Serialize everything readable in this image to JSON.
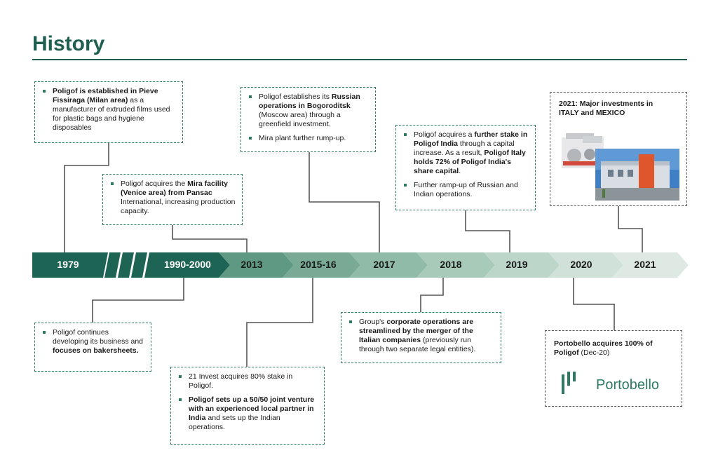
{
  "page": {
    "title": "History"
  },
  "timeline": {
    "years": [
      "1979",
      "1990-2000",
      "2013",
      "2015-16",
      "2017",
      "2018",
      "2019",
      "2020",
      "2021"
    ]
  },
  "events": {
    "e1979": {
      "b1_bold": "Poligof is established in Pieve Fissiraga (Milan area)",
      "b1_rest": " as a manufacturer of extruded films used for plastic bags and hygiene disposables"
    },
    "e1990": {
      "b1_pre": "Poligof acquires the ",
      "b1_bold": "Mira facility (Venice area) from Pansac",
      "b1_rest": " International, increasing production capacity."
    },
    "e_continue": {
      "b1_pre": "Poligof continues developing its business and ",
      "b1_bold": "focuses on bakersheets."
    },
    "e2015": {
      "b1_pre": "Poligof establishes its ",
      "b1_bold": "Russian operations in Bogoroditsk",
      "b1_rest": " (Moscow area) through a greenfield investment.",
      "b2": "Mira plant further rump-up."
    },
    "e2013": {
      "b1": "21 Invest acquires 80% stake in Poligof.",
      "b2_bold": "Poligof sets up a 50/50 joint venture with an experienced local partner in India",
      "b2_rest": " and sets up the Indian operations."
    },
    "e2018": {
      "b1_pre": "Poligof acquires a ",
      "b1_bold": "further stake in Poligof India",
      "b1_mid": " through a capital increase. As a result, ",
      "b1_bold2": "Poligof Italy holds 72% of Poligof India's share capital",
      "b1_end": ".",
      "b2": "Further ramp-up of Russian and Indian operations."
    },
    "e2017": {
      "b1_pre": "Group's ",
      "b1_bold": "corporate operations are streamlined by the merger of the Italian companies",
      "b1_rest": " (previously run through two separate legal entities)."
    },
    "e2021": {
      "text": "2021: Major investments in ITALY and MEXICO"
    },
    "e2020": {
      "bold": "Portobello acquires 100% of Poligof",
      "rest": " (Dec-20)",
      "logo_text": "Portobello"
    }
  },
  "colors": {
    "brand": "#1f5f4f",
    "accent": "#2e7a64",
    "chevron_dark": "#1e6454",
    "chevron_light": "#dfe9e4"
  }
}
